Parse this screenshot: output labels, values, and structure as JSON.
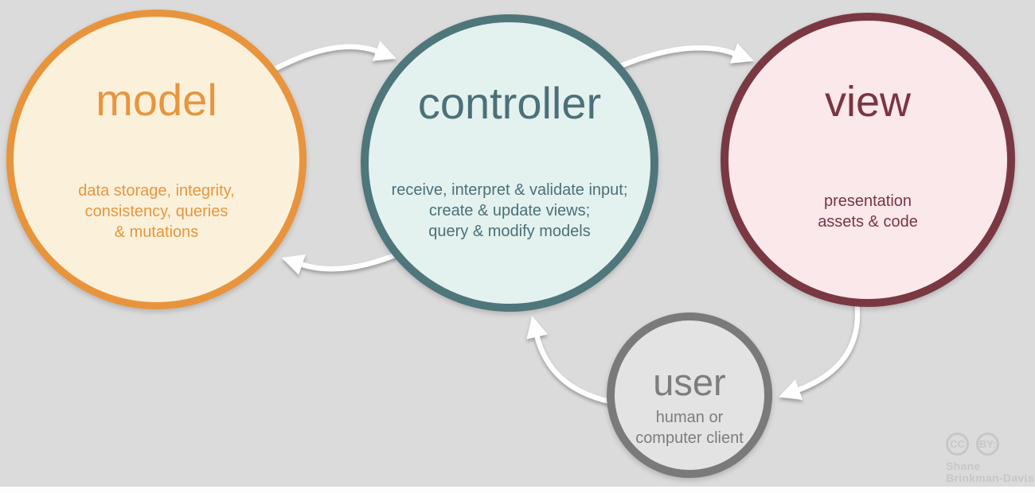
{
  "background": {
    "color": "#DBDBDB",
    "bottom_strip_color": "#FDFDFD"
  },
  "diagram": {
    "type": "mvc-architecture-cycle",
    "nodes": {
      "model": {
        "title": "model",
        "desc": [
          "data storage, integrity,",
          "consistency, queries",
          "& mutations"
        ],
        "border_color": "#E8943C",
        "fill_color": "#FBF1DB",
        "text_color": "#E8953E"
      },
      "controller": {
        "title": "controller",
        "desc": [
          "receive, interpret & validate input;",
          "create & update views;",
          "query & modify models"
        ],
        "border_color": "#4F767A",
        "fill_color": "#E3F1EF",
        "text_color": "#4C7078"
      },
      "view": {
        "title": "view",
        "desc": [
          "presentation",
          "assets & code"
        ],
        "border_color": "#7A3842",
        "fill_color": "#FAE8EA",
        "text_color": "#7A3540"
      },
      "user": {
        "title": "user",
        "desc": [
          "human or",
          "computer client"
        ],
        "border_color": "#7A7A7A",
        "fill_color": "#E3E3E3",
        "text_color": "#7D7D7D"
      }
    },
    "arrows": [
      {
        "name": "model-to-controller",
        "color": "#FFFFFF"
      },
      {
        "name": "controller-to-view",
        "color": "#FFFFFF"
      },
      {
        "name": "controller-to-model",
        "color": "#FFFFFF"
      },
      {
        "name": "view-to-user",
        "color": "#FFFFFF"
      },
      {
        "name": "user-to-controller",
        "color": "#FFFFFF"
      }
    ],
    "attribution": {
      "badge1": "CC",
      "badge2": "BY:",
      "name_line1": "Shane",
      "name_line2": "Brinkman-Davis",
      "color": "#C7C7C7"
    }
  }
}
